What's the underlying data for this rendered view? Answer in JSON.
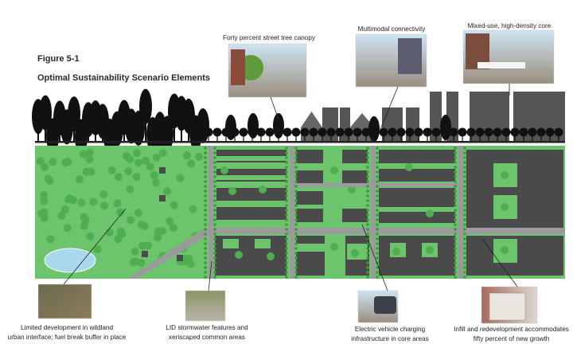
{
  "figure": {
    "number": "Figure 5-1",
    "title": "Optimal Sustainability Scenario Elements"
  },
  "callouts_top": [
    {
      "label": "Forty percent street tree canopy",
      "photo": "tree-lined-main-street-photo"
    },
    {
      "label": "Multimodal connectivity",
      "photo": "multimodal-street-photo"
    },
    {
      "label": "Mixed-use, high-density core",
      "photo": "market-plaza-photo"
    }
  ],
  "callouts_bottom": [
    {
      "label_line1": "Limited development in wildland",
      "label_line2": "urban interface; fuel break buffer in place",
      "photo": "wildland-forest-photo"
    },
    {
      "label_line1": "LID stormwater features and",
      "label_line2": "xeriscaped common areas",
      "photo": "xeriscape-photo"
    },
    {
      "label_line1": "Electric vehicle charging",
      "label_line2": "infrastructure in core areas",
      "photo": "ev-charging-photo"
    },
    {
      "label_line1": "Infill and redevelopment accommodates",
      "label_line2": "fifty percent of new growth",
      "photo": "infill-building-photo"
    }
  ],
  "colors": {
    "green_space": "#6cc46c",
    "tree_light": "#4fae4f",
    "building": "#4a4a4a",
    "road": "#9a9a9a",
    "water": "#a9d8ec",
    "silhouette": "#111111"
  }
}
